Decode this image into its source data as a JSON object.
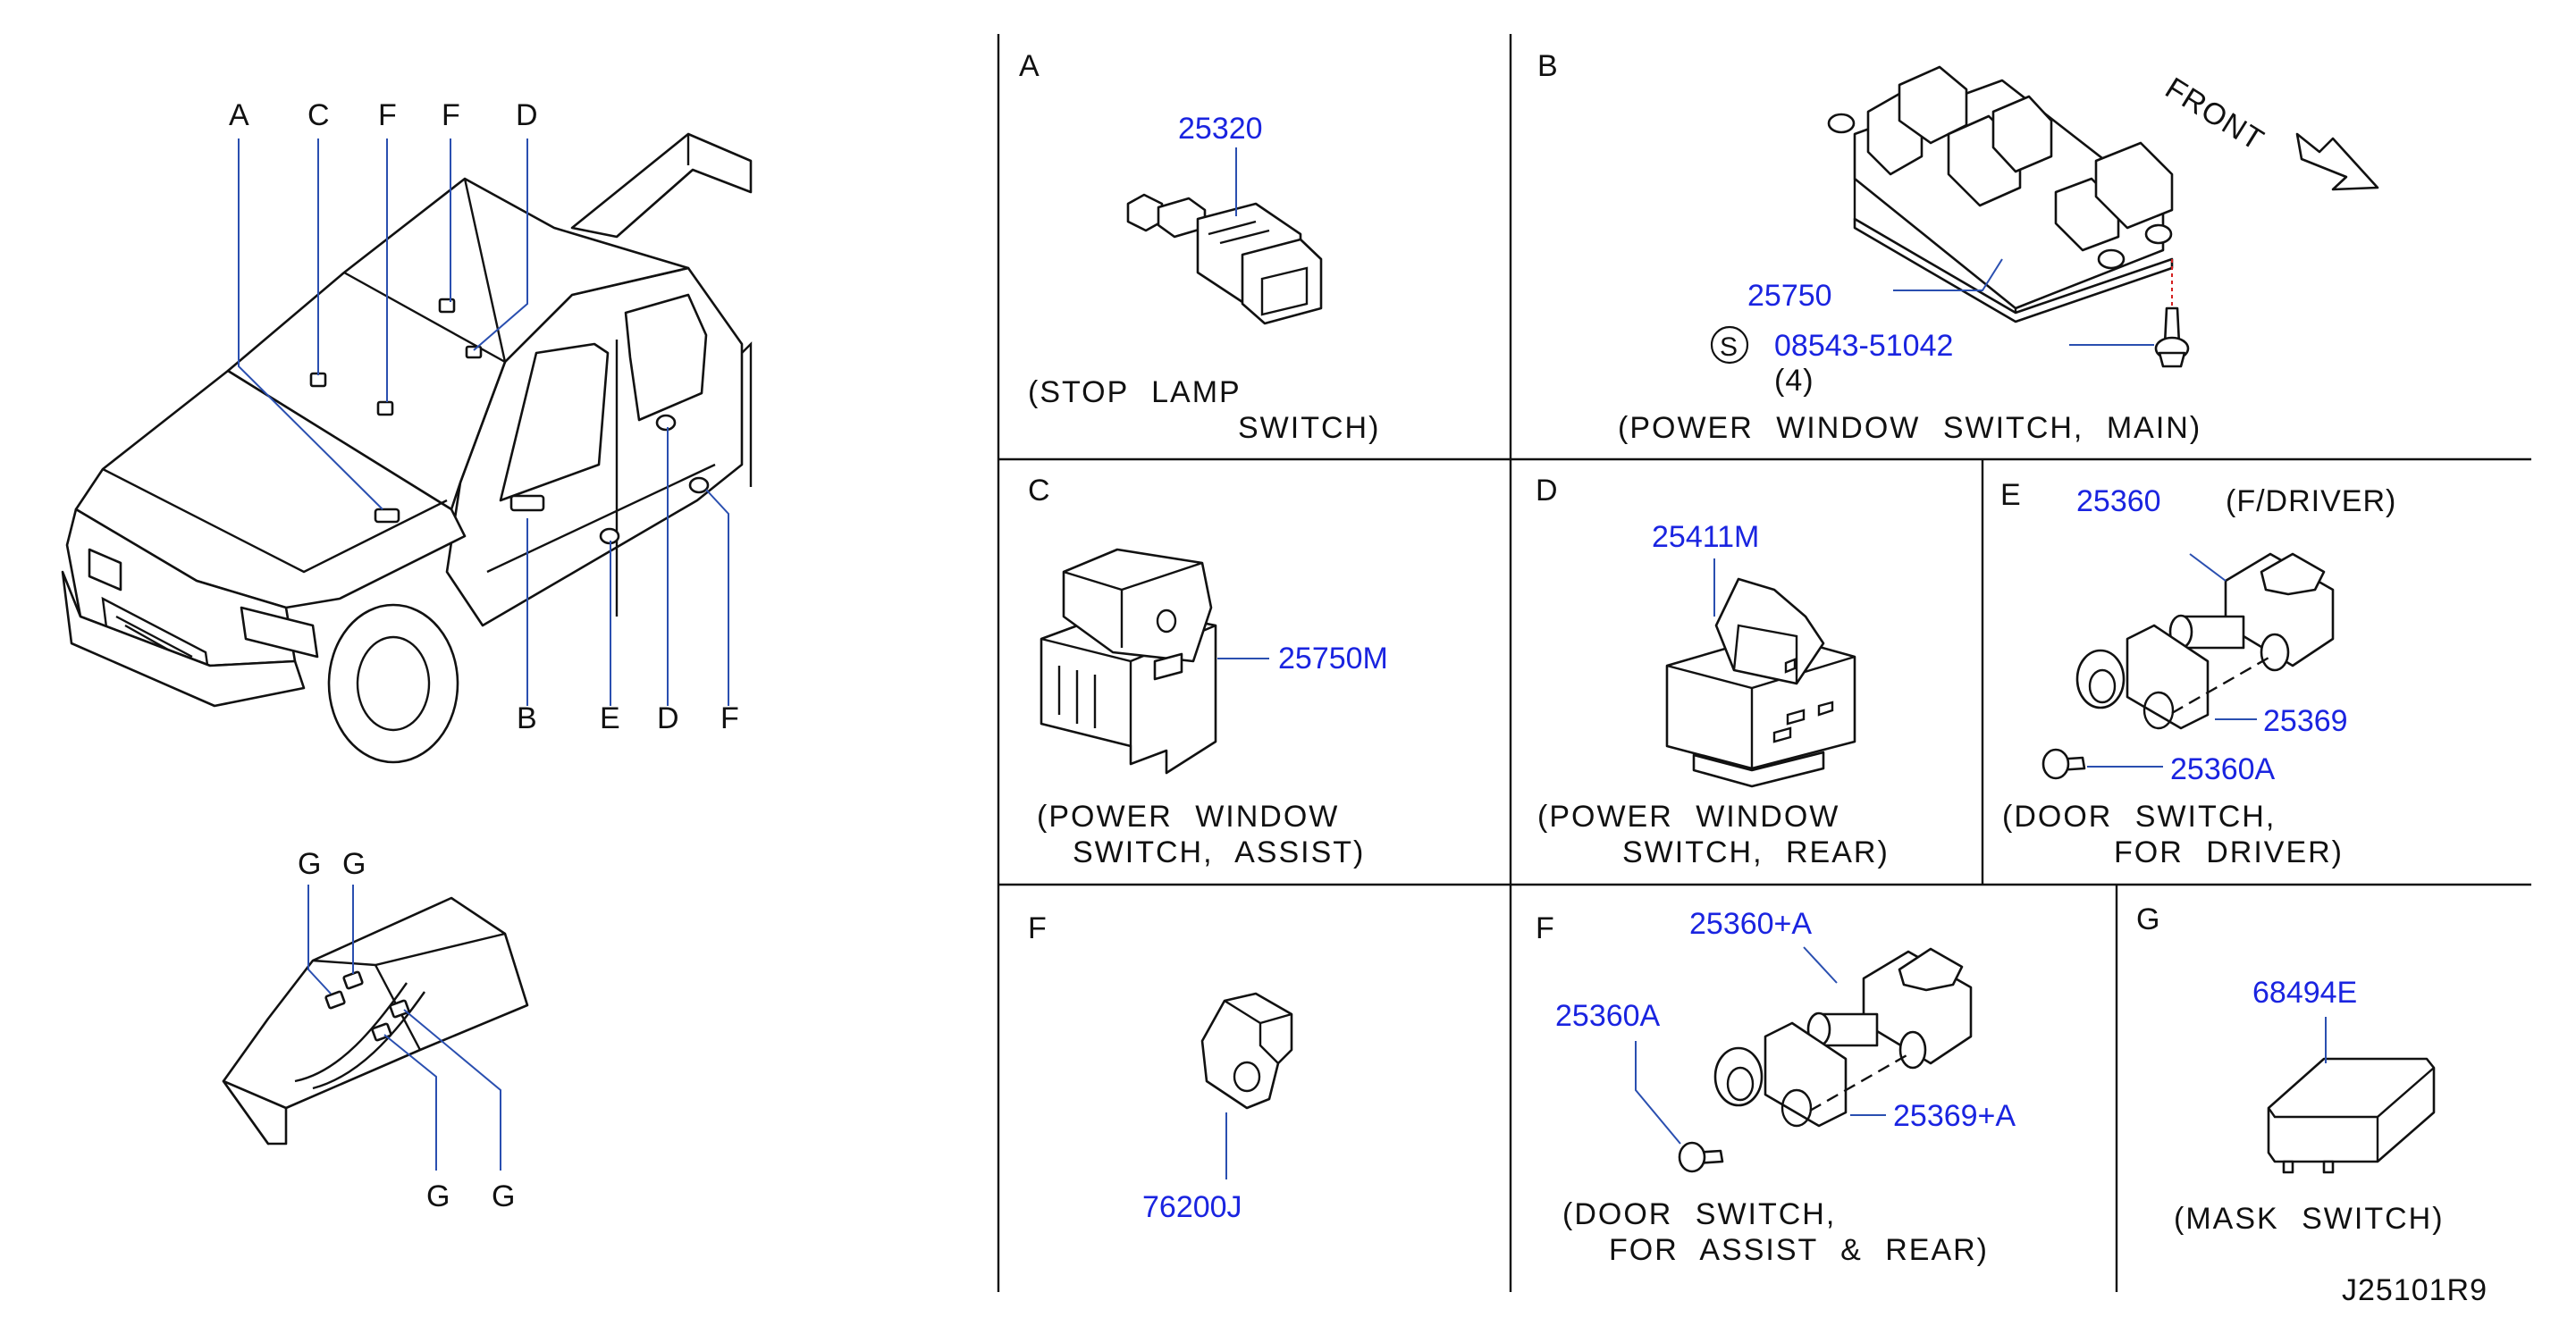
{
  "overview": {
    "car_labels": [
      "A",
      "C",
      "F",
      "F",
      "D",
      "B",
      "E",
      "D",
      "F"
    ],
    "console_labels": [
      "G",
      "G",
      "G",
      "G"
    ]
  },
  "panels": {
    "A": {
      "letter": "A",
      "part": "25320",
      "caption": [
        "(STOP  LAMP",
        "SWITCH)"
      ]
    },
    "B": {
      "letter": "B",
      "part": "25750",
      "fastener_symbol": "S",
      "fastener": "08543-51042",
      "qty": "(4)",
      "front": "FRONT",
      "caption": [
        "(POWER  WINDOW  SWITCH,  MAIN)"
      ]
    },
    "C": {
      "letter": "C",
      "part": "25750M",
      "caption": [
        "(POWER  WINDOW",
        "SWITCH,  ASSIST)"
      ]
    },
    "D": {
      "letter": "D",
      "part": "25411M",
      "caption": [
        "(POWER  WINDOW",
        "SWITCH,  REAR)"
      ]
    },
    "E": {
      "letter": "E",
      "part": "25360",
      "note": "(F/DRIVER)",
      "part2": "25369",
      "part3": "25360A",
      "caption": [
        "(DOOR  SWITCH,",
        "FOR  DRIVER)"
      ]
    },
    "F1": {
      "letter": "F",
      "part": "76200J"
    },
    "F2": {
      "letter": "F",
      "part": "25360+A",
      "part2": "25360A",
      "part3": "25369+A",
      "caption": [
        "(DOOR  SWITCH,",
        "FOR  ASSIST  &  REAR)"
      ]
    },
    "G": {
      "letter": "G",
      "part": "68494E",
      "caption": [
        "(MASK  SWITCH)"
      ]
    }
  },
  "drawing_code": "J25101R9",
  "colors": {
    "part_number": "#1a24e0",
    "leader": "#2a4fb0",
    "line": "#111111",
    "fastener_leader": "#d42020"
  }
}
